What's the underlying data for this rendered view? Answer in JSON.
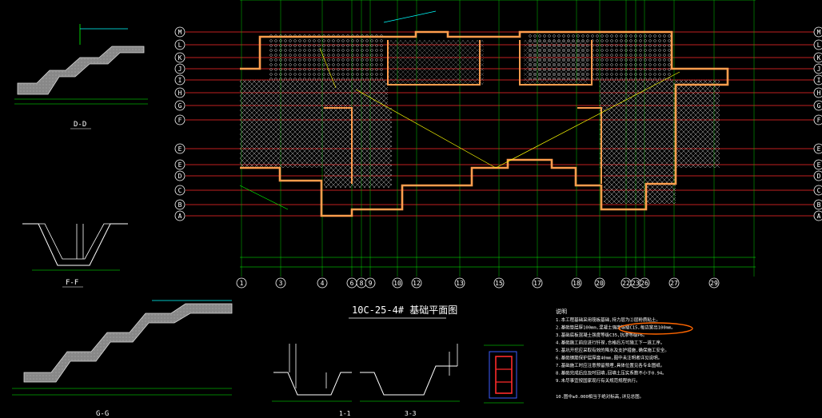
{
  "sections": {
    "dd": "D-D",
    "ff": "F-F",
    "gg": "G-G",
    "s11": "1-1",
    "s33": "3-3"
  },
  "plan_title": "10C-25-4# 基础平面图",
  "grid": {
    "rows_left": [
      "M",
      "L",
      "K",
      "J",
      "I",
      "H",
      "G",
      "F",
      "E",
      "E",
      "D",
      "C",
      "B",
      "A"
    ],
    "rows_right": [
      "M",
      "L",
      "K",
      "J",
      "I",
      "H",
      "G",
      "F",
      "E",
      "E",
      "D",
      "C",
      "B",
      "A"
    ],
    "cols": [
      "1",
      "3",
      "4",
      "6",
      "8",
      "9",
      "10",
      "12",
      "13",
      "15",
      "17",
      "18",
      "20",
      "22",
      "23",
      "26",
      "27",
      "29"
    ]
  },
  "notes": {
    "heading": "说明",
    "lines": [
      "1.本工程基础采用筏板基础,持力层为②层粉质粘土。",
      "2.基础垫层厚100mm,混凝土强度等级C15,每边宽出100mm。",
      "3.基础底板混凝土强度等级C35,抗渗等级P6。",
      "4.基础施工前应进行钎探,合格后方可施工下一道工序。",
      "5.基坑开挖应采取有效的降水及支护措施,确保施工安全。",
      "6.基础钢筋保护层厚度40mm,图中未注明者详见说明。",
      "7.基础施工时应注意预留预埋,具体位置见各专业图纸。",
      "8.基础完成后应及时回填,回填土压实系数不小于0.94。",
      "9.未尽事宜按国家现行有关规范规程执行。"
    ],
    "footer": "10.图中±0.000相当于绝对标高,详见总图。"
  },
  "detail_labels": {
    "left_top": "D-D",
    "left_mid": "F-F"
  },
  "colors": {
    "background": "#000000",
    "grid_line": "#ff0000",
    "wall": "#ff9d4d",
    "hatch": "#ffffff",
    "dim": "#00ff00",
    "axis_bubble": "#ffffff",
    "callout": "#00ffff",
    "highlight": "#ffff00",
    "annotation": "#ff6600"
  }
}
